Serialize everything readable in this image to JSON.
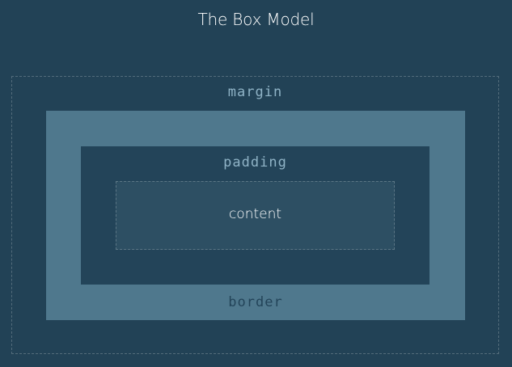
{
  "title": "The Box Model",
  "layers": {
    "margin": "margin",
    "border": "border",
    "padding": "padding",
    "content": "content"
  },
  "colors": {
    "background": "#224256",
    "border_fill": "#4f788d",
    "padding_fill": "#234459",
    "content_fill": "#2d4f63",
    "label_dark": "#234459",
    "label_muted": "#8fb3c6"
  }
}
